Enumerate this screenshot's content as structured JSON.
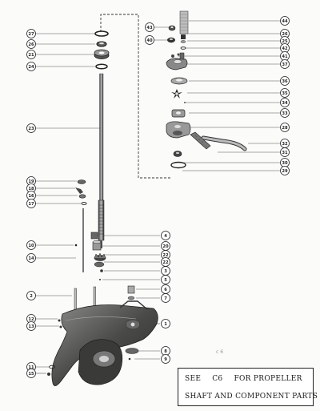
{
  "diagram": {
    "pencil_mark": "c 6",
    "note": {
      "see": "SEE",
      "ref": "C6",
      "for": "FOR PROPELLER",
      "line2": "SHAFT AND COMPONENT PARTS"
    },
    "callouts": [
      "27",
      "26",
      "21",
      "24",
      "23",
      "19",
      "18",
      "16",
      "17",
      "10",
      "14",
      "2",
      "12",
      "13",
      "11",
      "15",
      "43",
      "44",
      "40",
      "26",
      "25",
      "42",
      "41",
      "37",
      "36",
      "35",
      "34",
      "33",
      "28",
      "32",
      "31",
      "30",
      "29",
      "4",
      "20",
      "22",
      "22",
      "3",
      "5",
      "6",
      "7",
      "1",
      "8",
      "9"
    ]
  }
}
